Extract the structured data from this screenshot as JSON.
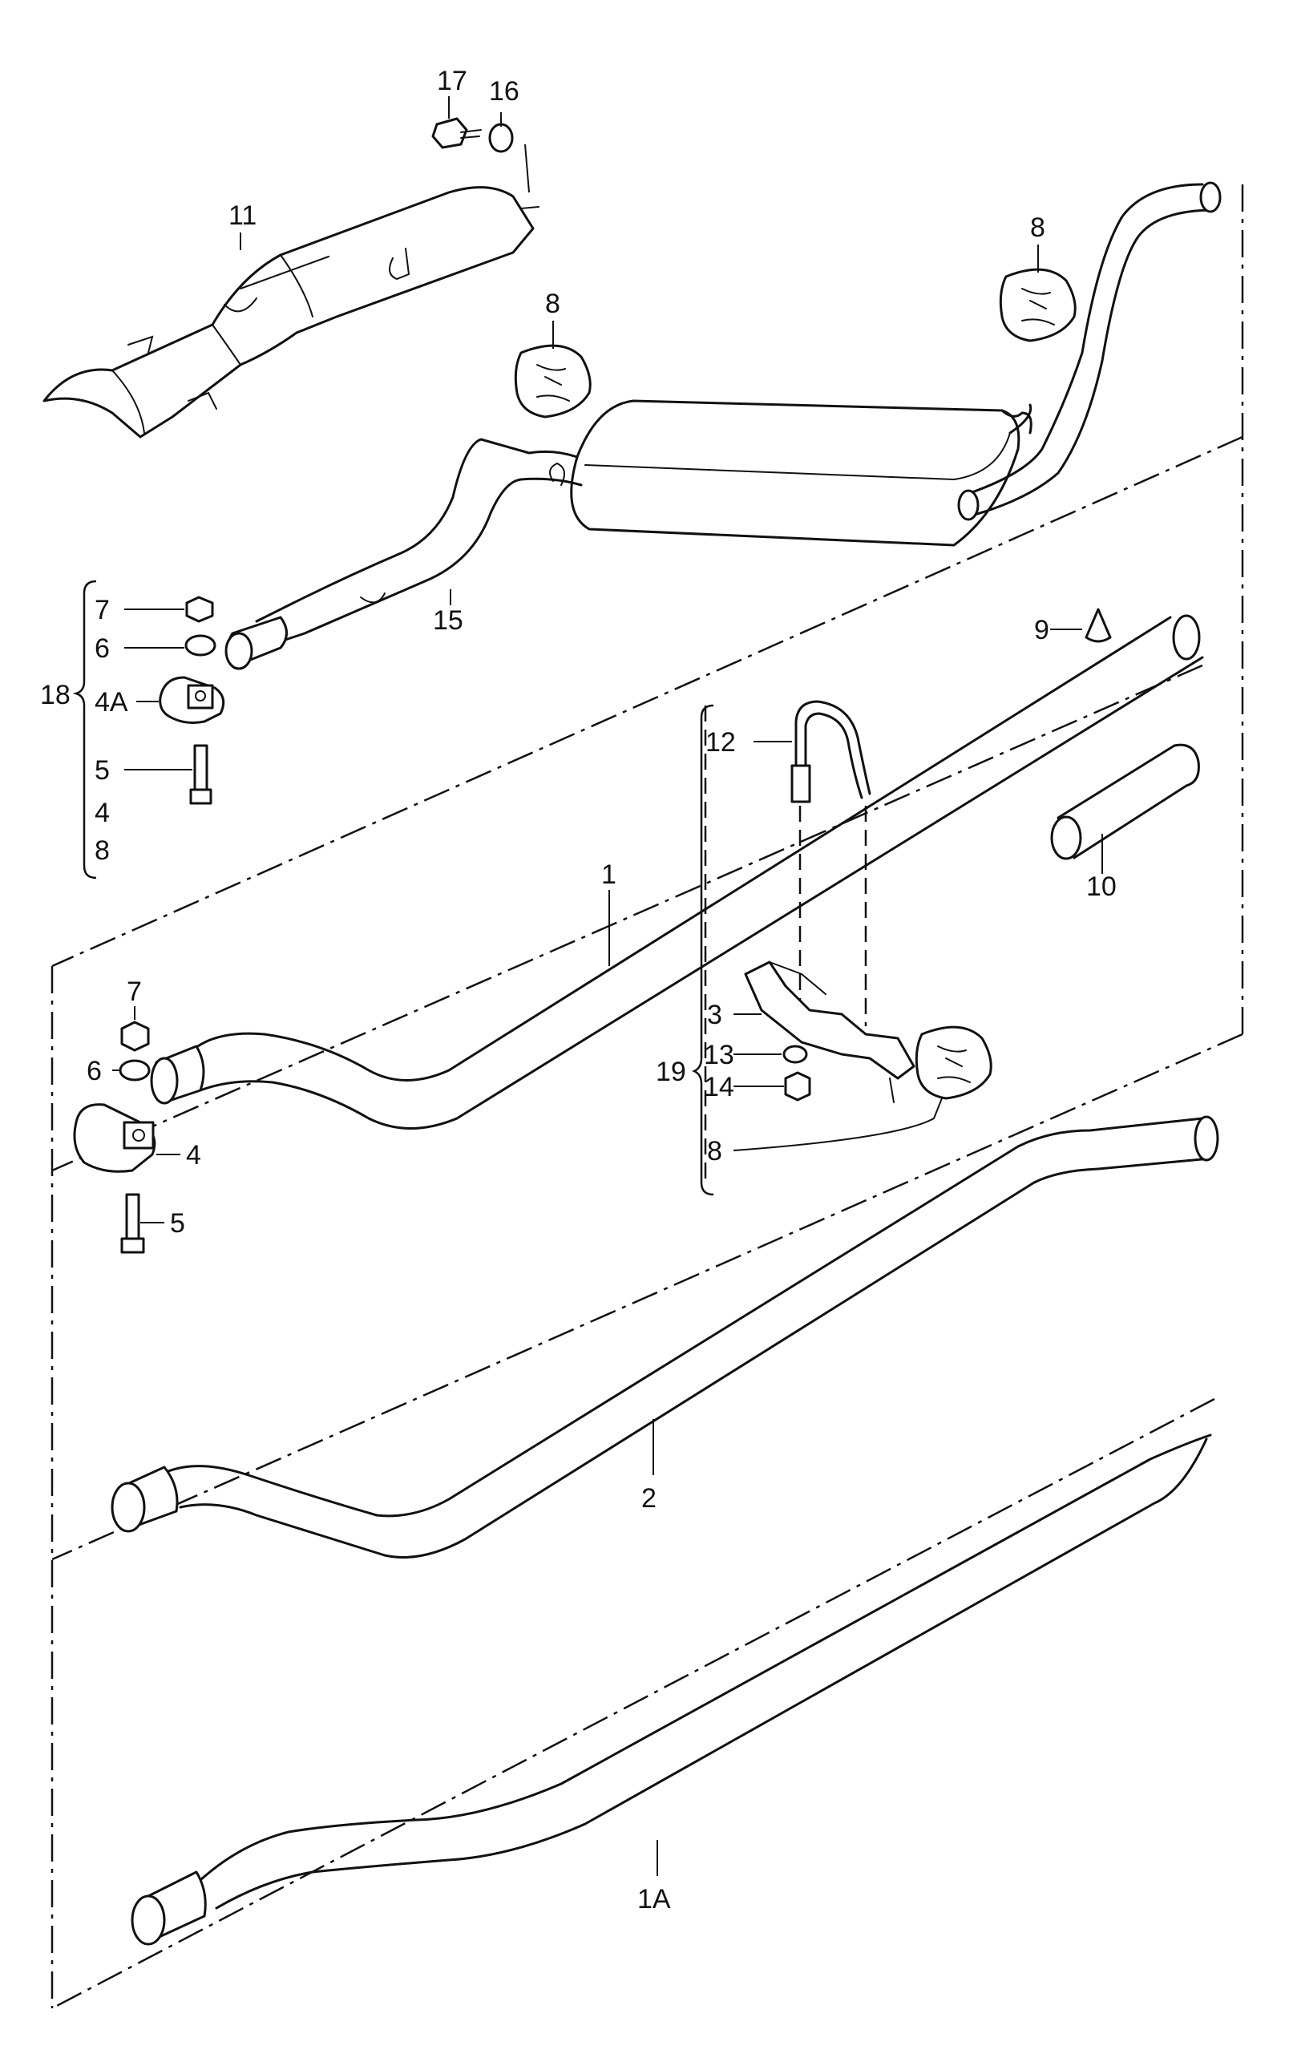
{
  "diagram": {
    "labels": {
      "p17": "17",
      "p16": "16",
      "p11": "11",
      "p8a": "8",
      "p8b": "8",
      "p8c": "8",
      "p15": "15",
      "p9": "9",
      "p7a": "7",
      "p6a": "6",
      "p18": "18",
      "p4a_top": "4A",
      "p5a": "5",
      "p4_list": "4",
      "p8_list": "8",
      "p12": "12",
      "p10": "10",
      "p1": "1",
      "p7b": "7",
      "p6b": "6",
      "p4b": "4",
      "p5b": "5",
      "p3": "3",
      "p13": "13",
      "p19": "19",
      "p14": "14",
      "p2": "2",
      "p1A": "1A"
    }
  }
}
